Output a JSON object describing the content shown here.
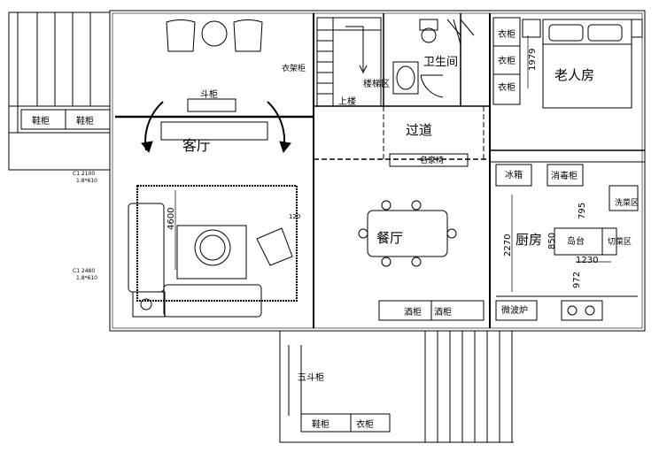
{
  "rooms": {
    "living_room": "客厅",
    "dining_room": "餐厅",
    "kitchen": "厨房",
    "bathroom": "卫生间",
    "corridor": "过道",
    "elderly_room": "老人房",
    "stair_area": "楼梯区",
    "upstairs": "上楼"
  },
  "furniture": {
    "shoe_cabinet_1": "鞋柜",
    "shoe_cabinet_2": "鞋柜",
    "shoe_cabinet_3": "鞋柜",
    "wardrobe_bottom": "衣柜",
    "bucket_cabinet": "斗柜",
    "bucket_cabinet_porch": "五斗柜",
    "coat_rack": "衣架柜",
    "wardrobe_1": "衣柜",
    "wardrobe_2": "衣柜",
    "wardrobe_3": "衣柜",
    "fridge": "冰箱",
    "sterilizer": "消毒柜",
    "sink": "洗菜区",
    "island": "岛台",
    "cutting": "切菜区",
    "microwave": "微波炉",
    "wine_cabinet": "酒柜",
    "wine_cabinet_2": "酒柜",
    "name_wall": "名家椅"
  },
  "dimensions": {
    "living_width": "4600",
    "kitchen_height": "2270",
    "kitchen_a": "795",
    "kitchen_b": "850",
    "kitchen_c": "1230",
    "kitchen_d": "972",
    "bedroom": "1979",
    "sofa_depth": "120"
  },
  "window_notes": {
    "w1_a": "C1 2100",
    "w1_b": "1.8*610",
    "w2_a": "C1 2480",
    "w2_b": "1.8*610"
  }
}
